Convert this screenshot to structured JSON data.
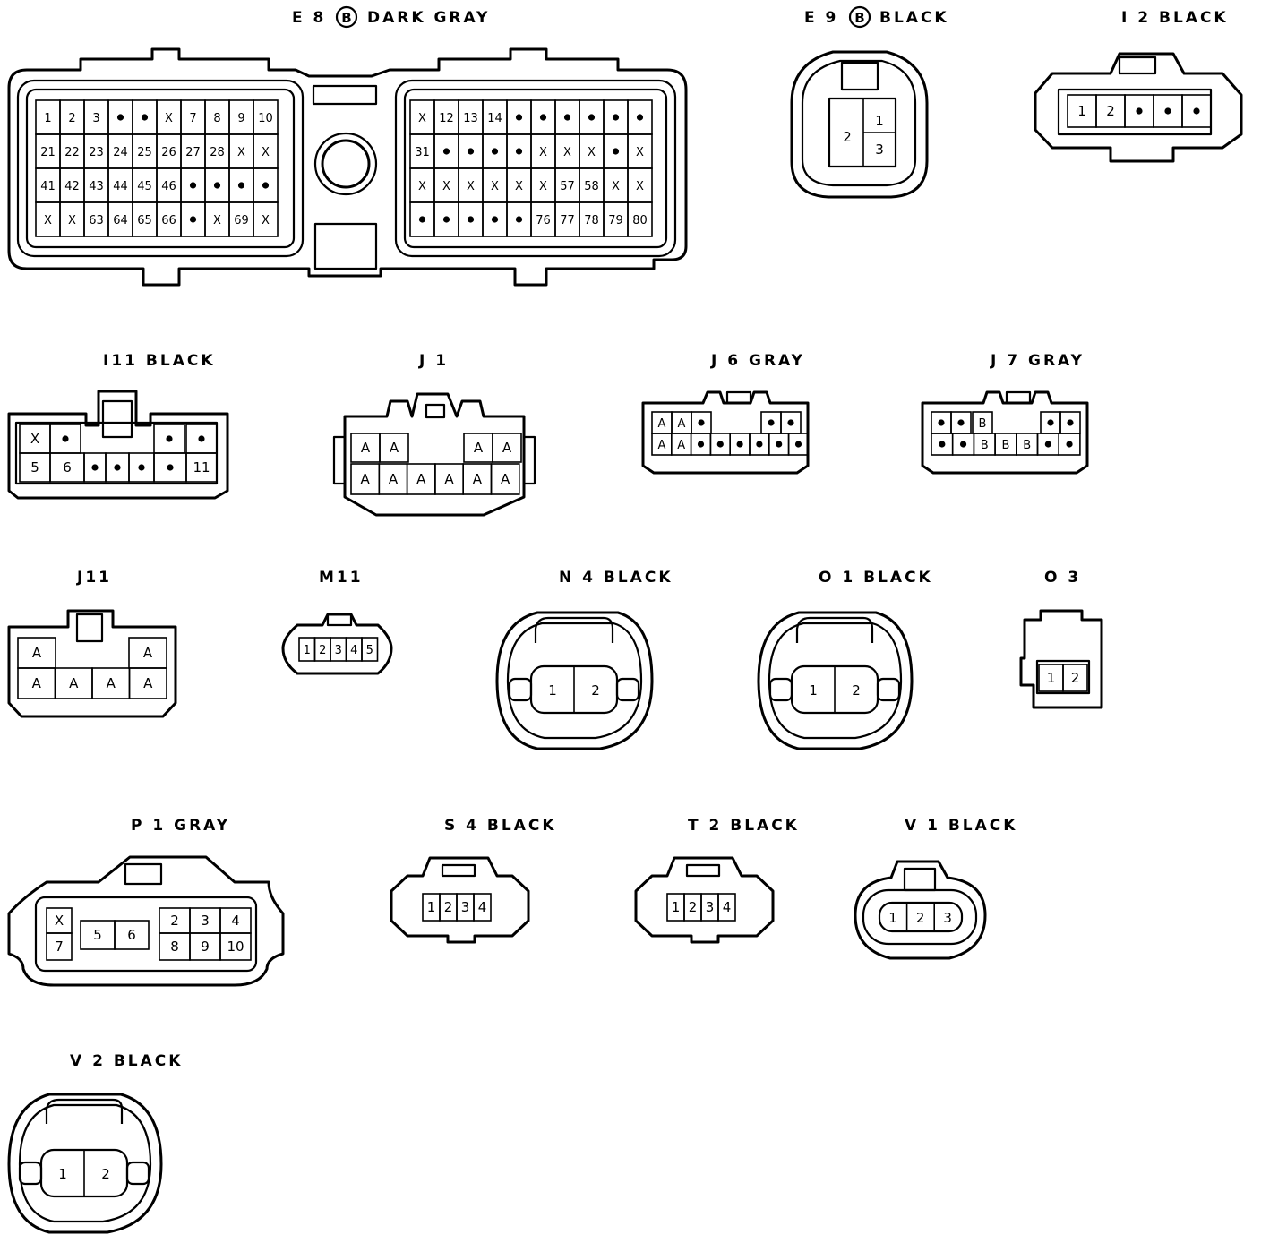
{
  "labels": {
    "E8": "E 8",
    "E8_mark": "B",
    "E8_color": "DARK GRAY",
    "E9": "E 9",
    "E9_mark": "B",
    "E9_color": "BLACK",
    "I2": "I 2 BLACK",
    "I11": "I11 BLACK",
    "J1": "J 1",
    "J6": "J 6 GRAY",
    "J7": "J 7 GRAY",
    "J11": "J11",
    "M11": "M11",
    "N4": "N 4 BLACK",
    "O1": "O 1 BLACK",
    "O3": "O 3",
    "P1": "P 1 GRAY",
    "S4": "S 4 BLACK",
    "T2": "T 2 BLACK",
    "V1": "V 1 BLACK",
    "V2": "V 2 BLACK"
  },
  "pins": {
    "E8_left": [
      [
        "1",
        "2",
        "3",
        "•",
        "•",
        "X",
        "7",
        "8",
        "9",
        "10"
      ],
      [
        "21",
        "22",
        "23",
        "24",
        "25",
        "26",
        "27",
        "28",
        "X",
        "X"
      ],
      [
        "41",
        "42",
        "43",
        "44",
        "45",
        "46",
        "•",
        "•",
        "•",
        "•"
      ],
      [
        "X",
        "X",
        "63",
        "64",
        "65",
        "66",
        "•",
        "X",
        "69",
        "X"
      ]
    ],
    "E8_right": [
      [
        "X",
        "12",
        "13",
        "14",
        "•",
        "•",
        "•",
        "•",
        "•",
        "•"
      ],
      [
        "31",
        "•",
        "•",
        "•",
        "•",
        "X",
        "X",
        "X",
        "•",
        "X"
      ],
      [
        "X",
        "X",
        "X",
        "X",
        "X",
        "X",
        "57",
        "58",
        "X",
        "X"
      ],
      [
        "•",
        "•",
        "•",
        "•",
        "•",
        "76",
        "77",
        "78",
        "79",
        "80"
      ]
    ],
    "E9": [
      "1",
      "2",
      "3"
    ],
    "I2": [
      "1",
      "2",
      "•",
      "•",
      "•"
    ],
    "I11_top": [
      "X",
      "•",
      "•",
      "•"
    ],
    "I11_bottom": [
      "5",
      "6",
      "•",
      "•",
      "•",
      "•",
      "11"
    ],
    "J1_top": [
      "A",
      "A",
      "A",
      "A"
    ],
    "J1_bottom": [
      "A",
      "A",
      "A",
      "A",
      "A",
      "A"
    ],
    "J6_top": [
      "A",
      "A",
      "•",
      "•",
      "•"
    ],
    "J6_bottom": [
      "A",
      "A",
      "•",
      "•",
      "•",
      "•",
      "•",
      "•"
    ],
    "J7_top": [
      "•",
      "•",
      "B",
      "•",
      "•"
    ],
    "J7_bottom": [
      "•",
      "•",
      "B",
      "B",
      "B",
      "•",
      "•"
    ],
    "J11_top": [
      "A",
      "A"
    ],
    "J11_bottom": [
      "A",
      "A",
      "A",
      "A"
    ],
    "M11": [
      "1",
      "2",
      "3",
      "4",
      "5"
    ],
    "N4": [
      "1",
      "2"
    ],
    "O1": [
      "1",
      "2"
    ],
    "O3": [
      "1",
      "2"
    ],
    "P1": [
      "X",
      "7",
      "5",
      "6",
      "2",
      "3",
      "4",
      "8",
      "9",
      "10"
    ],
    "S4": [
      "1",
      "2",
      "3",
      "4"
    ],
    "T2": [
      "1",
      "2",
      "3",
      "4"
    ],
    "V1": [
      "1",
      "2",
      "3"
    ],
    "V2": [
      "1",
      "2"
    ]
  },
  "icons": [
    "circled-letter-icon",
    "locking-tab-icon",
    "mounting-hole-icon"
  ]
}
